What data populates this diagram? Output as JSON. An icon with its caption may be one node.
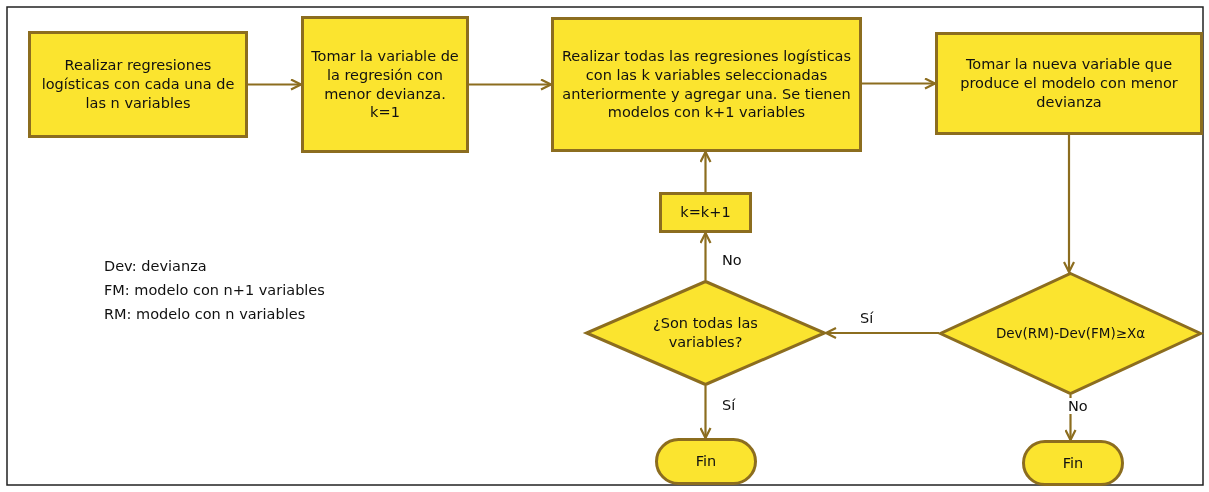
{
  "diagram": {
    "nodes": [
      {
        "text": [
          "Realizar regresiones logísticas con cada una de las n variables"
        ]
      },
      {
        "text": [
          "Tomar la variable de la regresión con menor devianza. k=1"
        ]
      },
      {
        "text": [
          "Realizar todas las regresiones logísticas con las k variables seleccionadas anteriormente y agregar una. Se tienen modelos con k+1 variables"
        ]
      },
      {
        "text": [
          "Tomar la nueva variable que produce el modelo con menor devianza"
        ]
      },
      {
        "text": [
          "k=k+1"
        ]
      },
      {
        "text": [
          "¿Son todas las variables?"
        ]
      },
      {
        "text": [
          "Dev(RM)-Dev(FM)≥Xα"
        ]
      },
      {
        "text": [
          "Fin"
        ]
      },
      {
        "text": [
          "Fin"
        ]
      }
    ],
    "edges": [
      {
        "from": 0,
        "to": 1,
        "arrow": "to"
      },
      {
        "from": 1,
        "to": 2,
        "arrow": "to"
      },
      {
        "from": 2,
        "to": 3,
        "arrow": "to"
      },
      {
        "from": 3,
        "to": 6,
        "arrow": "to"
      },
      {
        "from": 6,
        "to": 5,
        "arrow": "to",
        "label": "Sí"
      },
      {
        "from": 5,
        "to": 4,
        "arrow": "to",
        "label": "No"
      },
      {
        "from": 4,
        "to": 2,
        "arrow": "to"
      },
      {
        "from": 5,
        "to": 7,
        "arrow": "to",
        "label": "Sí"
      },
      {
        "from": 6,
        "to": 8,
        "arrow": "to",
        "label": "No"
      }
    ],
    "labels": [
      "Dev: devianza",
      "FM: modelo con n+1 variables",
      "RM: modelo con n variables"
    ]
  }
}
